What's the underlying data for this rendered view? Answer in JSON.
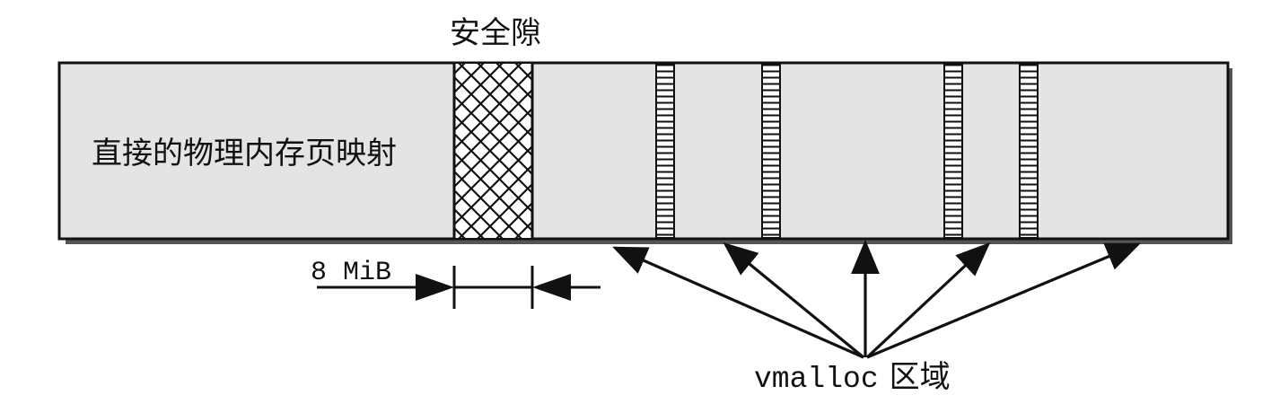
{
  "labels": {
    "safety_gap": "安全隙",
    "direct_mapping": "直接的物理内存页映射",
    "gap_size": "8 MiB",
    "vmalloc_prefix": "vmalloc",
    "vmalloc_suffix": "区域"
  },
  "colors": {
    "bar_fill": "#e3e4e3",
    "outline": "#111111",
    "shadow": "#555555"
  }
}
